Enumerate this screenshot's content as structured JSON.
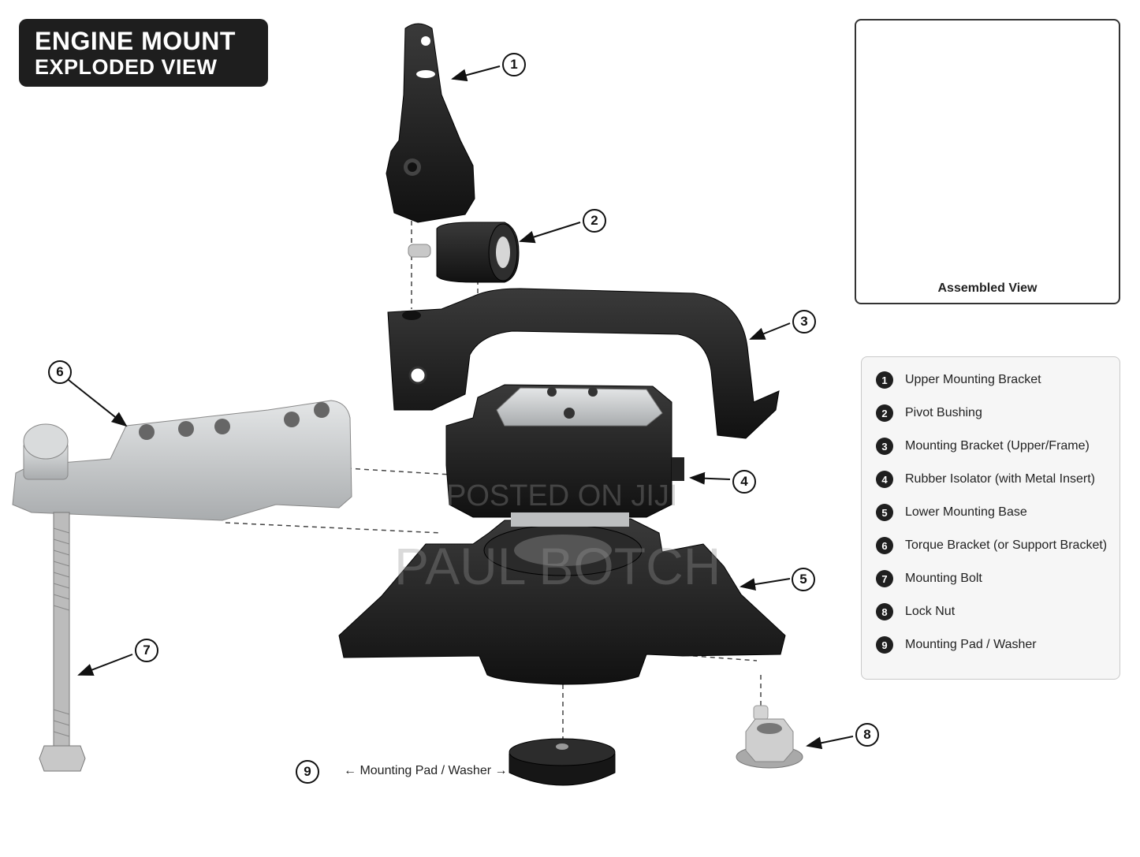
{
  "title": {
    "line1": "ENGINE MOUNT",
    "line2": "EXPLODED VIEW"
  },
  "inset": {
    "caption": "Assembled View"
  },
  "legend": {
    "items": [
      {
        "num": "1",
        "label": "Upper Mounting Bracket"
      },
      {
        "num": "2",
        "label": "Pivot Bushing"
      },
      {
        "num": "3",
        "label": "Mounting Bracket (Upper/Frame)"
      },
      {
        "num": "4",
        "label": "Rubber Isolator (with Metal Insert)"
      },
      {
        "num": "5",
        "label": "Lower Mounting Base"
      },
      {
        "num": "6",
        "label": "Torque Bracket (or Support Bracket)"
      },
      {
        "num": "7",
        "label": "Mounting Bolt"
      },
      {
        "num": "8",
        "label": "Lock Nut"
      },
      {
        "num": "9",
        "label": "Mounting Pad / Washer"
      }
    ]
  },
  "callouts": [
    "1",
    "2",
    "3",
    "4",
    "5",
    "6",
    "7",
    "8",
    "9"
  ],
  "washer_label": "← Mounting Pad / Washer →",
  "watermarks": {
    "line1": "POSTED ON JIJI",
    "line2": "PAUL BOTCH"
  },
  "colors": {
    "part_black": "#1b1b1b",
    "aluminum": "#c9cbcc",
    "accent_dark": "#1e1e1e"
  }
}
